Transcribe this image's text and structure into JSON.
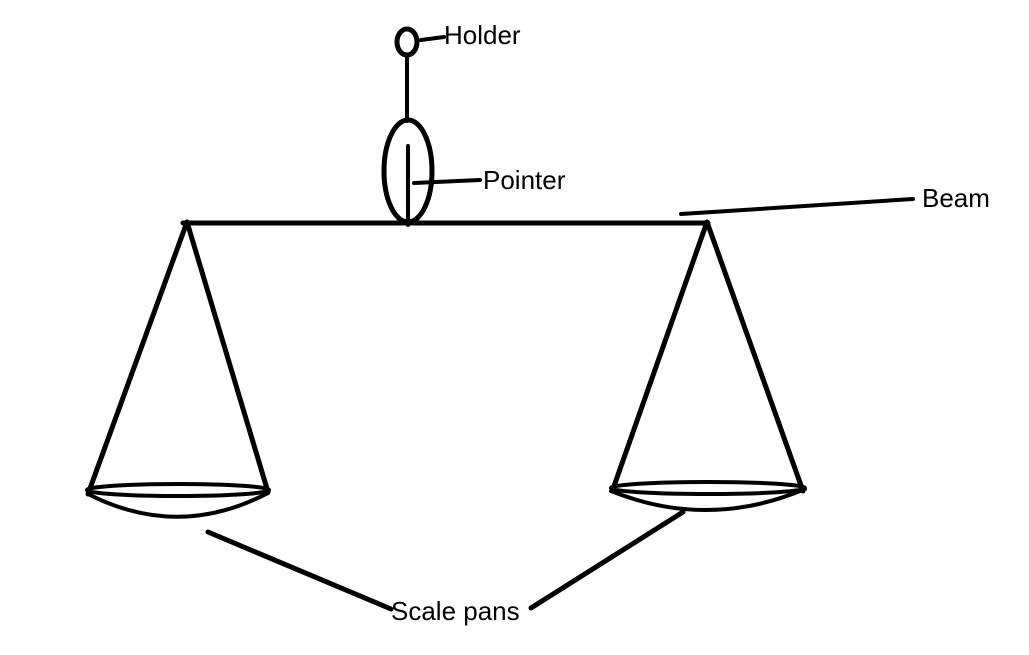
{
  "page": {
    "background": "#ffffff",
    "ink": "#000000"
  },
  "diagram": {
    "labels": {
      "holder": "Holder",
      "pointer": "Pointer",
      "beam": "Beam",
      "scale_pans": "Scale pans"
    }
  }
}
